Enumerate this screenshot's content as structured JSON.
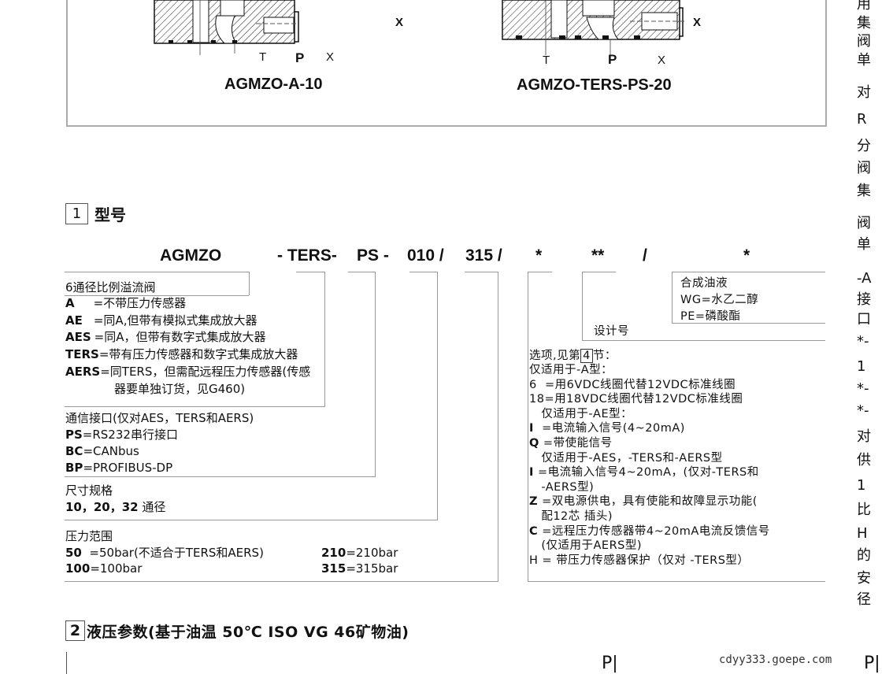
{
  "diagrams": [
    {
      "title": "AGMZO-A-10",
      "ports": [
        "T",
        "P",
        "X"
      ],
      "side_port": "X"
    },
    {
      "title": "AGMZO-TERS-PS-20",
      "ports": [
        "T",
        "P",
        "X"
      ],
      "side_port": "X"
    }
  ],
  "section1": {
    "number": "1",
    "title": "型号",
    "code": {
      "base": "AGMZO",
      "type": "- TERS-",
      "comm": "PS -",
      "size": "010 /",
      "pressure": "315 /",
      "option": "*",
      "design": "**",
      "slash": "/",
      "seal": "*"
    },
    "valve_type": {
      "heading": "6通径比例溢流阀",
      "items": [
        {
          "key": "A",
          "text": "=不带压力传感器"
        },
        {
          "key": "AE",
          "text": "=同A,但带有模拟式集成放大器"
        },
        {
          "key": "AES",
          "text": "=同A，但带有数字式集成放大器"
        },
        {
          "key": "TERS",
          "text": "=带有压力传感器和数字式集成放大器"
        },
        {
          "key": "AERS",
          "text": "=同TERS，但需配远程压力传感器(传感"
        }
      ],
      "continuation": "器要单独订货，见G460)"
    },
    "comm": {
      "heading": "通信接口(仅对AES，TERS和AERS)",
      "items": [
        {
          "key": "PS",
          "text": "=RS232串行接口"
        },
        {
          "key": "BC",
          "text": "=CANbus"
        },
        {
          "key": "BP",
          "text": "=PROFIBUS-DP"
        }
      ]
    },
    "size": {
      "heading": "尺寸规格",
      "values": "10，20，32",
      "suffix": " 通径"
    },
    "pressure": {
      "heading": "压力范围",
      "items": [
        {
          "key": "50",
          "text": "  =50bar(不适合于TERS和AERS)"
        },
        {
          "key": "100",
          "text": "=100bar"
        },
        {
          "key": "210",
          "text": "=210bar"
        },
        {
          "key": "315",
          "text": "=315bar"
        }
      ]
    },
    "fluid": {
      "heading": "合成油液",
      "items": [
        "WG=水乙二醇",
        "PE=磷酸酯"
      ]
    },
    "design_no": "设计号",
    "options": {
      "heading_pre": "选项,见第",
      "heading_ref": "4",
      "heading_post": "节：",
      "lines": [
        {
          "key": "",
          "text": "仅适用于-A型："
        },
        {
          "key": "",
          "text": "6  =用6VDC线圈代替12VDC标准线圈"
        },
        {
          "key": "",
          "text": "18=用18VDC线圈代替12VDC标准线圈"
        },
        {
          "key": "",
          "text": "   仅适用于-AE型："
        },
        {
          "key": "I",
          "text": "  =电流输入信号(4~20mA)"
        },
        {
          "key": "Q",
          "text": " =带使能信号"
        },
        {
          "key": "",
          "text": "   仅适用于-AES，-TERS和-AERS型"
        },
        {
          "key": "I",
          "text": " =电流输入信号4~20mA，(仅对-TERS和"
        },
        {
          "key": "",
          "text": "   -AERS型)"
        },
        {
          "key": "Z",
          "text": " =双电源供电，具有使能和故障显示功能("
        },
        {
          "key": "",
          "text": "   配12芯 插头)"
        },
        {
          "key": "C",
          "text": " =远程压力传感器带4~20mA电流反馈信号"
        },
        {
          "key": "",
          "text": "   (仅适用于AERS型)"
        },
        {
          "key": "",
          "text": "H = 带压力传感器保护（仅对 -TERS型）"
        }
      ]
    }
  },
  "section2": {
    "number": "2",
    "title": "液压参数(基于油温 50℃ ISO VG 46矿物油)"
  },
  "side_column": [
    "用",
    "集",
    "阀",
    "单",
    "对",
    "R",
    "分",
    "阀",
    "集",
    "阀",
    "单",
    "-A",
    "接",
    "口",
    "*-",
    "1",
    "*-",
    "*-",
    "对",
    "供",
    "1",
    "比",
    "H",
    "的",
    "安",
    "径"
  ],
  "footer": {
    "page_mark_left": "P|",
    "page_mark_right": "P|",
    "watermark": "cdyy333.goepe.com"
  }
}
